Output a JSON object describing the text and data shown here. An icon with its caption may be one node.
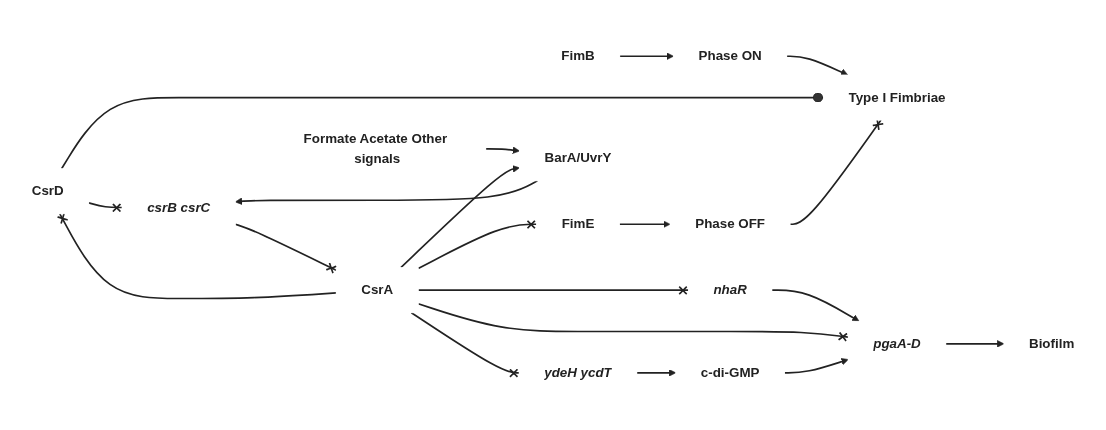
{
  "diagram": {
    "nodes": [
      {
        "text": [
          "FimB"
        ]
      },
      {
        "text": [
          "Phase ON"
        ]
      },
      {
        "text": [
          "Type I Fimbriae"
        ]
      },
      {
        "text": [
          "FimE"
        ]
      },
      {
        "text": [
          "Phase OFF"
        ]
      },
      {
        "text": [
          "CsrD"
        ]
      },
      {
        "text": [
          "Formate Acetate Other signals"
        ]
      },
      {
        "text": [
          "BarA/UvrY"
        ]
      },
      {
        "text": [
          "csrB csrC"
        ]
      },
      {
        "text": [
          "CsrA"
        ]
      },
      {
        "text": [
          "nhaR"
        ]
      },
      {
        "text": [
          "pgaA-D"
        ]
      },
      {
        "text": [
          "Biofilm"
        ]
      },
      {
        "text": [
          "ydeH ycdT"
        ]
      },
      {
        "text": [
          "c-di-GMP"
        ]
      }
    ],
    "edges": [
      {
        "from": 0,
        "to": 1,
        "arrow": "to"
      },
      {
        "from": 1,
        "to": 2,
        "arrow": "to"
      },
      {
        "from": 5,
        "to": 2,
        "arrow": "other"
      },
      {
        "from": 3,
        "to": 4,
        "arrow": "to"
      },
      {
        "from": 4,
        "to": 2,
        "arrow": "other"
      },
      {
        "from": 9,
        "to": 3,
        "arrow": "other"
      },
      {
        "from": 9,
        "to": 5,
        "arrow": "other"
      },
      {
        "from": 5,
        "to": 8,
        "arrow": "other"
      },
      {
        "from": 6,
        "to": 7,
        "arrow": "to"
      },
      {
        "from": 7,
        "to": 8,
        "arrow": "to"
      },
      {
        "from": 8,
        "to": 9,
        "arrow": "other"
      },
      {
        "from": 9,
        "to": 10,
        "arrow": "other"
      },
      {
        "from": 10,
        "to": 11,
        "arrow": "to"
      },
      {
        "from": 9,
        "to": 11,
        "arrow": "other"
      },
      {
        "from": 11,
        "to": 12,
        "arrow": "to"
      },
      {
        "from": 9,
        "to": 13,
        "arrow": "other"
      },
      {
        "from": 13,
        "to": 14,
        "arrow": "to"
      },
      {
        "from": 14,
        "to": 11,
        "arrow": "to"
      },
      {
        "from": 9,
        "to": 7,
        "arrow": "to"
      }
    ]
  }
}
